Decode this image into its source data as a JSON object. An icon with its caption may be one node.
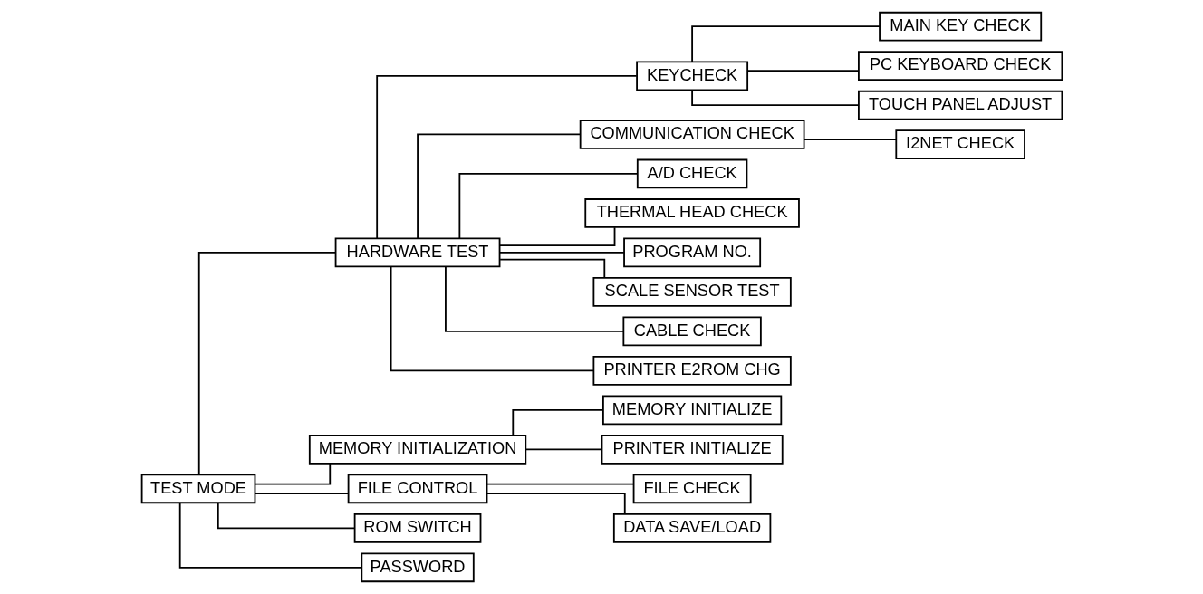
{
  "diagram": {
    "nodes": [
      {
        "text": [
          "TEST MODE"
        ]
      },
      {
        "text": [
          "HARDWARE TEST"
        ]
      },
      {
        "text": [
          "KEYCHECK"
        ]
      },
      {
        "text": [
          "MAIN KEY CHECK"
        ]
      },
      {
        "text": [
          "PC KEYBOARD CHECK"
        ]
      },
      {
        "text": [
          "TOUCH PANEL ADJUST"
        ]
      },
      {
        "text": [
          "COMMUNICATION CHECK"
        ]
      },
      {
        "text": [
          "I2NET CHECK"
        ]
      },
      {
        "text": [
          "A/D CHECK"
        ]
      },
      {
        "text": [
          "THERMAL HEAD CHECK"
        ]
      },
      {
        "text": [
          "PROGRAM NO."
        ]
      },
      {
        "text": [
          "SCALE SENSOR TEST"
        ]
      },
      {
        "text": [
          "CABLE CHECK"
        ]
      },
      {
        "text": [
          "PRINTER E2ROM CHG"
        ]
      },
      {
        "text": [
          "MEMORY INITIALIZATION"
        ]
      },
      {
        "text": [
          "MEMORY INITIALIZE"
        ]
      },
      {
        "text": [
          "PRINTER INITIALIZE"
        ]
      },
      {
        "text": [
          "FILE CONTROL"
        ]
      },
      {
        "text": [
          "FILE CHECK"
        ]
      },
      {
        "text": [
          "DATA SAVE/LOAD"
        ]
      },
      {
        "text": [
          "ROM SWITCH"
        ]
      },
      {
        "text": [
          "PASSWORD"
        ]
      }
    ],
    "edges": [
      {
        "from": 0,
        "to": 1,
        "arrow": "none"
      },
      {
        "from": 1,
        "to": 2,
        "arrow": "none"
      },
      {
        "from": 2,
        "to": 3,
        "arrow": "none"
      },
      {
        "from": 2,
        "to": 4,
        "arrow": "none"
      },
      {
        "from": 2,
        "to": 5,
        "arrow": "none"
      },
      {
        "from": 1,
        "to": 6,
        "arrow": "none"
      },
      {
        "from": 6,
        "to": 7,
        "arrow": "none"
      },
      {
        "from": 1,
        "to": 8,
        "arrow": "none"
      },
      {
        "from": 1,
        "to": 9,
        "arrow": "none"
      },
      {
        "from": 1,
        "to": 10,
        "arrow": "none"
      },
      {
        "from": 1,
        "to": 11,
        "arrow": "none"
      },
      {
        "from": 1,
        "to": 12,
        "arrow": "none"
      },
      {
        "from": 1,
        "to": 13,
        "arrow": "none"
      },
      {
        "from": 0,
        "to": 14,
        "arrow": "none"
      },
      {
        "from": 14,
        "to": 15,
        "arrow": "none"
      },
      {
        "from": 14,
        "to": 16,
        "arrow": "none"
      },
      {
        "from": 0,
        "to": 17,
        "arrow": "none"
      },
      {
        "from": 17,
        "to": 18,
        "arrow": "none"
      },
      {
        "from": 17,
        "to": 19,
        "arrow": "none"
      },
      {
        "from": 0,
        "to": 20,
        "arrow": "none"
      },
      {
        "from": 0,
        "to": 21,
        "arrow": "none"
      }
    ]
  }
}
